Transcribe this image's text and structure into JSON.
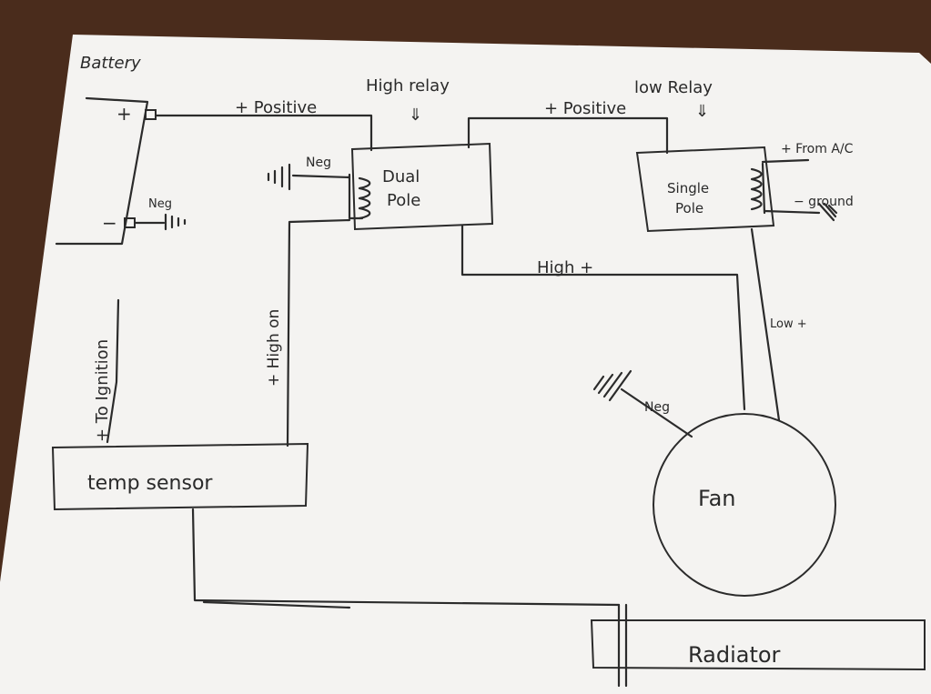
{
  "colors": {
    "paper": "#f4f3f1",
    "ink": "#2b2b2b",
    "table": "#4a2c1c"
  },
  "labels": {
    "battery": "Battery",
    "batt_plus": "+",
    "batt_minus": "−",
    "batt_neg": "Neg",
    "pos_wire_1": "+ Positive",
    "high_relay": "High relay",
    "high_relay_arrow": "⇓",
    "dual_pole_line1": "Dual",
    "dual_pole_line2": "Pole",
    "dual_neg": "Neg",
    "pos_wire_2": "+ Positive",
    "low_relay": "low Relay",
    "low_relay_arrow": "⇓",
    "single_pole_line1": "Single",
    "single_pole_line2": "Pole",
    "from_ac": "+ From A/C",
    "ground": "− ground",
    "high_plus": "High +",
    "low_plus": "Low +",
    "high_on": "+ High on",
    "to_ignition": "+ To Ignition",
    "temp_sensor": "temp sensor",
    "fan_neg": "Neg",
    "fan": "Fan",
    "radiator": "Radiator"
  }
}
